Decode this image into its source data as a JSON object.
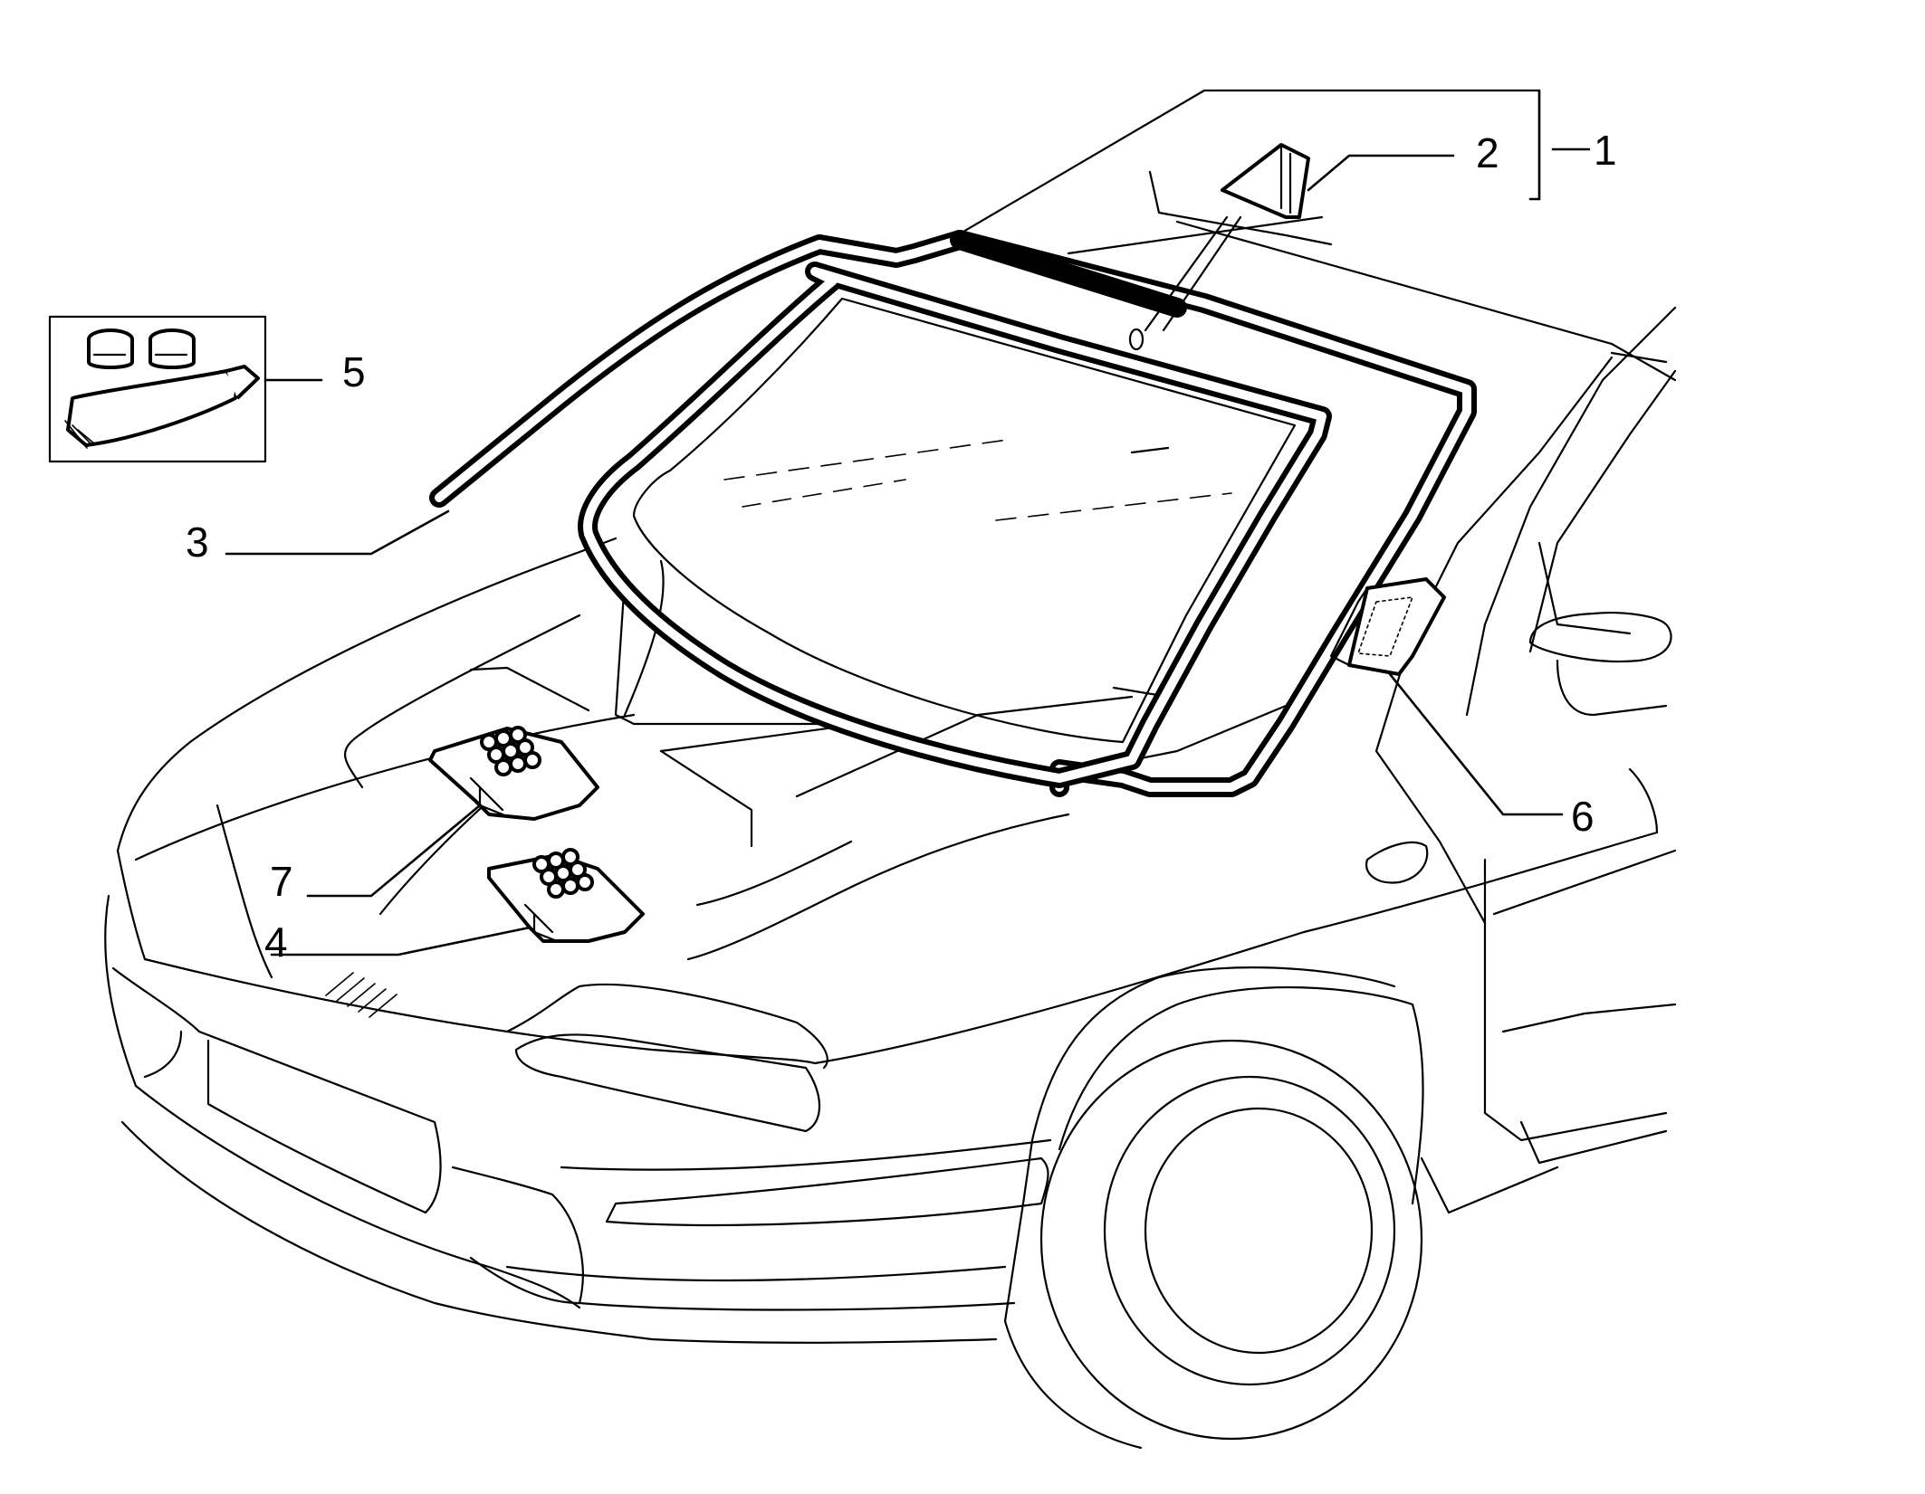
{
  "callouts": [
    {
      "id": "1",
      "label": "1",
      "description": ""
    },
    {
      "id": "2",
      "label": "2",
      "description": ""
    },
    {
      "id": "3",
      "label": "3",
      "description": ""
    },
    {
      "id": "4",
      "label": "4",
      "description": ""
    },
    {
      "id": "5",
      "label": "5",
      "description": ""
    },
    {
      "id": "6",
      "label": "6",
      "description": ""
    },
    {
      "id": "7",
      "label": "7",
      "description": ""
    }
  ]
}
